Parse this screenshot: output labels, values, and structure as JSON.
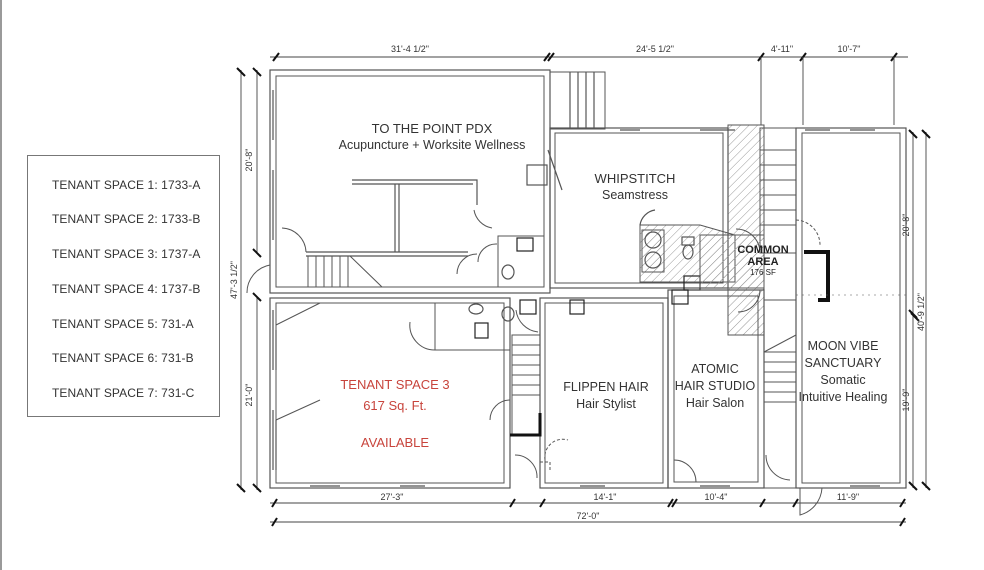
{
  "legend": {
    "items": [
      {
        "label": "TENANT SPACE 1: 1733-A"
      },
      {
        "label": "TENANT SPACE 2: 1733-B"
      },
      {
        "label": "TENANT SPACE 3: 1737-A"
      },
      {
        "label": "TENANT SPACE 4: 1737-B"
      },
      {
        "label": "TENANT SPACE 5: 731-A"
      },
      {
        "label": "TENANT SPACE 6: 731-B"
      },
      {
        "label": "TENANT SPACE 7: 731-C"
      }
    ]
  },
  "rooms": {
    "to_the_point": {
      "name": "TO THE POINT PDX",
      "subtitle": "Acupuncture + Worksite Wellness"
    },
    "whipstitch": {
      "name": "WHIPSTITCH",
      "subtitle": "Seamstress"
    },
    "common_area": {
      "name_line1": "COMMON",
      "name_line2": "AREA",
      "area": "176 SF"
    },
    "tenant_space_3": {
      "name": "TENANT SPACE 3",
      "area": "617 Sq. Ft.",
      "status": "AVAILABLE"
    },
    "flippen_hair": {
      "name": "FLIPPEN HAIR",
      "subtitle": "Hair Stylist"
    },
    "atomic_hair": {
      "name_line1": "ATOMIC",
      "name_line2": "HAIR STUDIO",
      "subtitle": "Hair Salon"
    },
    "moon_vibe": {
      "name_line1": "MOON VIBE",
      "name_line2": "SANCTUARY",
      "subtitle_line1": "Somatic",
      "subtitle_line2": "Intuitive Healing"
    }
  },
  "dimensions": {
    "top": [
      "31'-4 1/2\"",
      "24'-5 1/2\"",
      "4'-11\"",
      "10'-7\""
    ],
    "bottom": [
      "27'-3\"",
      "14'-1\"",
      "10'-4\"",
      "11'-9\""
    ],
    "bottom_total": "72'-0\"",
    "left": {
      "upper": "20'-8\"",
      "lower": "21'-0\"",
      "total": "47'-3 1/2\""
    },
    "right": {
      "upper": "20'-8\"",
      "lower": "19'-9\"",
      "total": "40'-9 1/2\""
    }
  },
  "colors": {
    "available_text": "#c8443c",
    "wall": "#555555",
    "legend_border": "#777777"
  }
}
